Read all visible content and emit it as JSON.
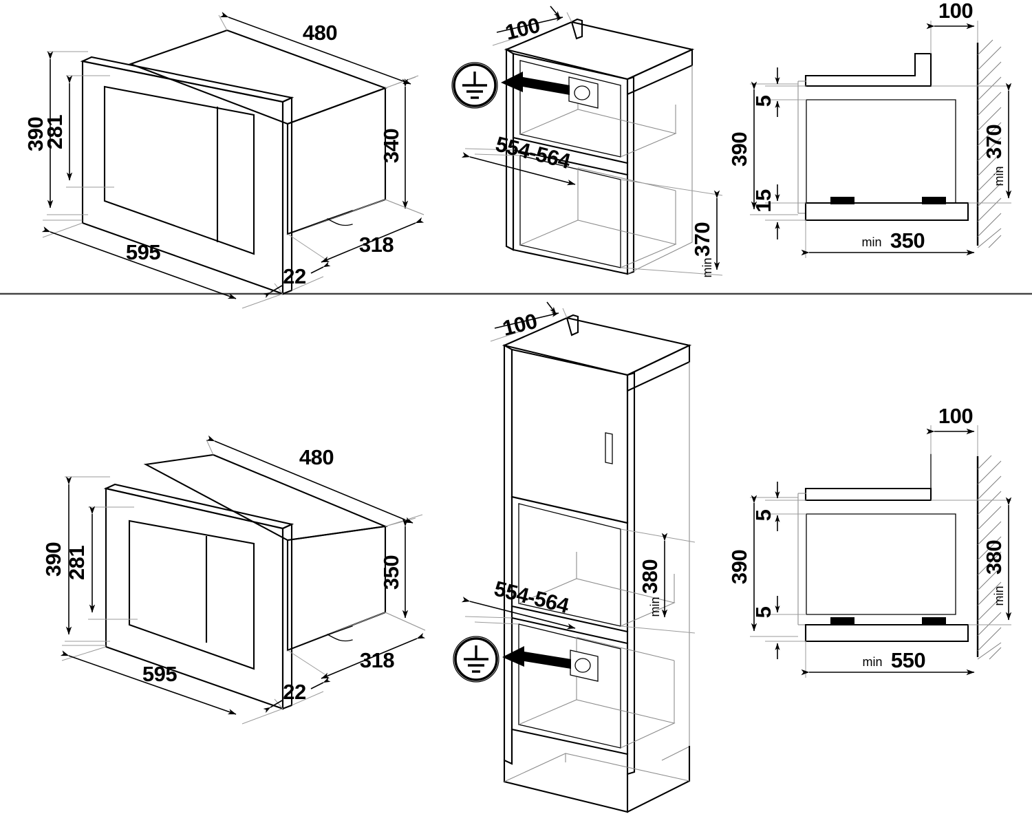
{
  "document": {
    "kind": "installation-dimension-drawing",
    "product": "built-in microwave oven",
    "units": "mm",
    "panel_count": 6
  },
  "panels": {
    "top_left": {
      "name": "appliance-isometric-top",
      "dimensions": {
        "height_front": "390",
        "height_window": "281",
        "width_front": "595",
        "depth_top": "480",
        "depth_side": "318",
        "body_height": "340",
        "door_thickness": "22"
      }
    },
    "top_middle": {
      "name": "wall-cabinet-isometric-top",
      "dimensions": {
        "top_offset": "100",
        "niche_width": "554-564",
        "niche_height": "370",
        "niche_height_prefix": "min"
      }
    },
    "top_right": {
      "name": "section-side-view-top",
      "dimensions": {
        "wall_gap": "100",
        "gap_top": "5",
        "total_height": "390",
        "gap_bottom": "15",
        "niche_height": "370",
        "niche_height_prefix": "min",
        "niche_depth": "350",
        "niche_depth_prefix": "min"
      }
    },
    "bottom_left": {
      "name": "appliance-isometric-bottom",
      "dimensions": {
        "height_front": "390",
        "height_window": "281",
        "width_front": "595",
        "depth_top": "480",
        "depth_side": "318",
        "body_height": "350",
        "door_thickness": "22"
      }
    },
    "bottom_middle": {
      "name": "tall-cabinet-isometric-bottom",
      "dimensions": {
        "top_offset": "100",
        "niche_width": "554-564",
        "niche_height": "380",
        "niche_height_prefix": "min"
      }
    },
    "bottom_right": {
      "name": "section-side-view-bottom",
      "dimensions": {
        "wall_gap": "100",
        "gap_top": "5",
        "total_height": "390",
        "gap_bottom": "5",
        "niche_height": "380",
        "niche_height_prefix": "min",
        "niche_depth": "550",
        "niche_depth_prefix": "min"
      }
    }
  },
  "symbols": {
    "earth_top": "earth-ground-symbol",
    "earth_bottom": "earth-ground-symbol",
    "socket_top": "mains-socket-outlet",
    "socket_bottom": "mains-socket-outlet"
  },
  "colors": {
    "line": "#000000",
    "light_line": "#8c8c8c",
    "divider": "#444444",
    "background": "#ffffff"
  },
  "labels": {
    "d480": "480",
    "d390": "390",
    "d281": "281",
    "d595": "595",
    "d318": "318",
    "d340": "340",
    "d350_body": "350",
    "d22": "22",
    "d100": "100",
    "d554_564": "554-564",
    "d370": "370",
    "d380": "380",
    "d5": "5",
    "d15": "15",
    "d350": "350",
    "d550": "550",
    "min": "min"
  }
}
